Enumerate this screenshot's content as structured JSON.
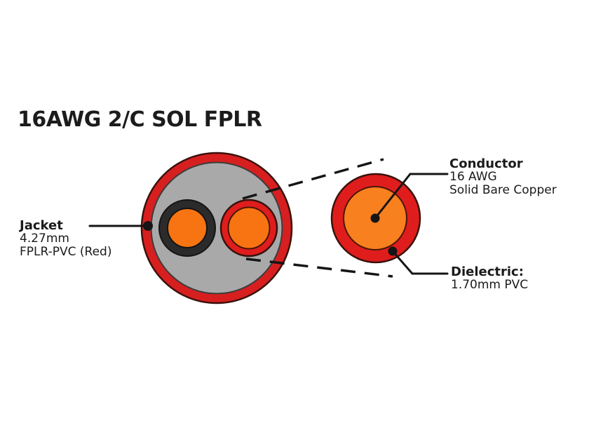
{
  "title": "16AWG 2/C SOL FPLR",
  "labels": {
    "jacket": {
      "heading": "Jacket",
      "line1": "4.27mm",
      "line2": "FPLR-PVC (Red)"
    },
    "conductor": {
      "heading": "Conductor",
      "line1": "16 AWG",
      "line2": "Solid Bare Copper"
    },
    "dielectric": {
      "heading": "Dielectric:",
      "line1": "1.70mm PVC"
    }
  },
  "colors": {
    "jacket_red": "#d81f1f",
    "insulation_red": "#e01d1d",
    "insulation_black": "#2b2b2b",
    "filler_gray": "#a9a9a9",
    "copper_orange": "#f87412",
    "copper_orange_large": "#f8801f",
    "line_black": "#151515"
  }
}
